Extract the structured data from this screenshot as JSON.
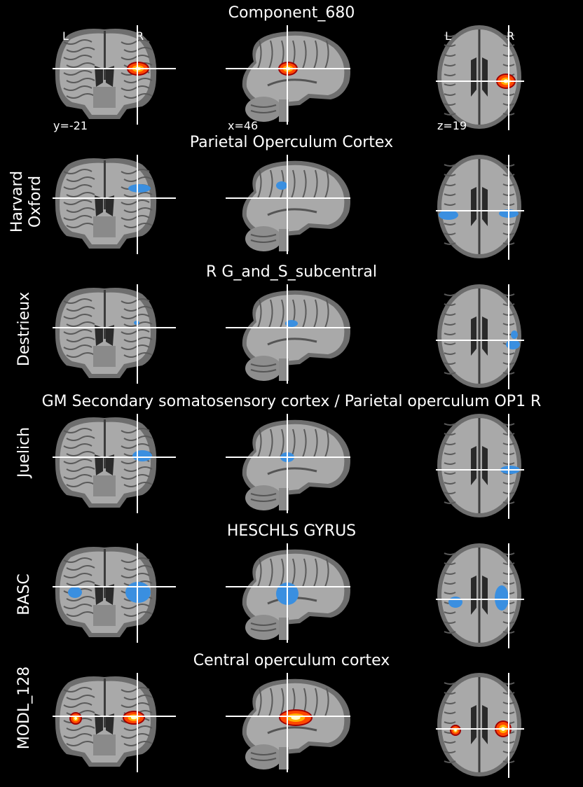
{
  "figure": {
    "rows": [
      {
        "title": "Component_680",
        "atlas": "",
        "overlay": "hot",
        "orientation": {
          "left": "L",
          "right": "R"
        },
        "coords": {
          "coronal": "y=-21",
          "sagittal": "x=46",
          "axial": "z=19"
        }
      },
      {
        "title": "Parietal Operculum Cortex",
        "atlas": "Harvard\nOxford",
        "overlay": "blue"
      },
      {
        "title": "R G_and_S_subcentral",
        "atlas": "Destrieux",
        "overlay": "blue"
      },
      {
        "title": "GM Secondary somatosensory cortex / Parietal operculum OP1 R",
        "atlas": "Juelich",
        "overlay": "blue"
      },
      {
        "title": "HESCHLS GYRUS",
        "atlas": "BASC",
        "overlay": "blue"
      },
      {
        "title": "Central operculum cortex",
        "atlas": "MODL_128",
        "overlay": "hot"
      }
    ],
    "colors": {
      "background": "#000000",
      "blue_overlay": "#3a8fe0",
      "hot_overlay": "#ff5a00",
      "crosshair": "#ffffff"
    }
  }
}
